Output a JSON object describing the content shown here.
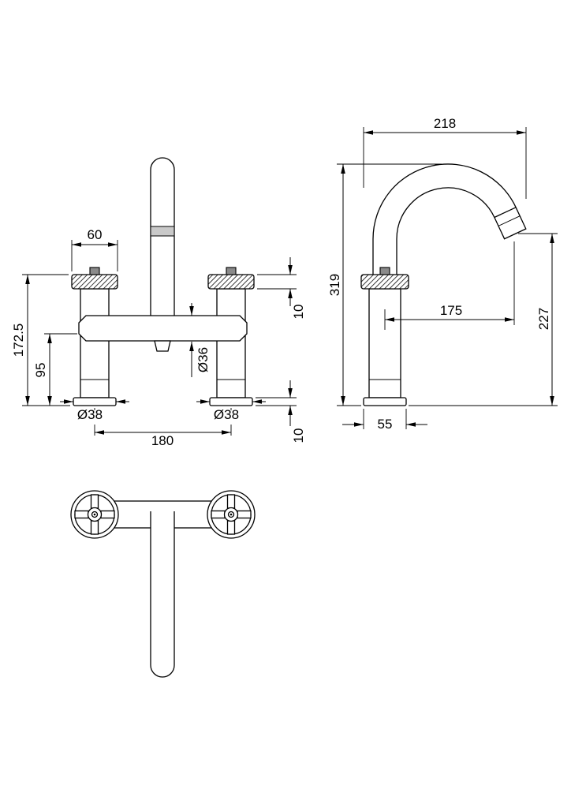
{
  "drawing": {
    "front": {
      "handle_width": "60",
      "overall_height": "172.5",
      "body_center_height": "95",
      "handle_gap": "10",
      "spout_diameter": "Ø36",
      "base_diameter_left": "Ø38",
      "base_diameter_right": "Ø38",
      "tap_centres": "180",
      "base_height": "10"
    },
    "side": {
      "spout_overall_reach": "218",
      "overall_height": "319",
      "spout_reach": "175",
      "spout_outlet_height": "227",
      "base_depth": "55"
    }
  }
}
